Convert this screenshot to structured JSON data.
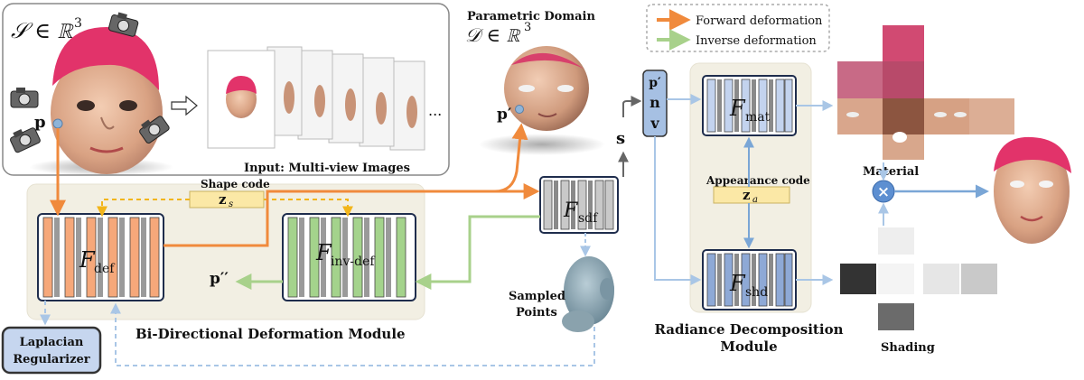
{
  "input": {
    "set_symbol": "𝒮 ∈ ℝ",
    "set_exp": "3",
    "point_label": "p",
    "caption": "Input: Multi-view Images",
    "ellipsis": "..."
  },
  "domain": {
    "title": "Parametric Domain",
    "set_symbol": "𝒟 ∈ ℝ",
    "set_exp": "3",
    "point_label": "p′"
  },
  "legend": {
    "forward": "Forward deformation",
    "inverse": "Inverse deformation",
    "forward_color": "#f08a3c",
    "inverse_color": "#a8d18b"
  },
  "deformation": {
    "module_label": "Bi-Directional Deformation Module",
    "shape_code_label": "Shape code",
    "shape_code_symbol": "z",
    "shape_code_sub": "s",
    "f_def": "F",
    "f_def_sub": "def",
    "f_inv": "F",
    "f_inv_sub": "inv-def",
    "p_double": "p′′"
  },
  "sdf": {
    "f": "F",
    "f_sub": "sdf",
    "s_label": "s",
    "sampled_points": [
      "Sampled",
      "Points"
    ]
  },
  "vector": {
    "rows": [
      "p′",
      "n",
      "v"
    ]
  },
  "laplacian": {
    "lines": [
      "Laplacian",
      "Regularizer"
    ]
  },
  "radiance": {
    "module_lines": [
      "Radiance Decomposition",
      "Module"
    ],
    "f_mat": "F",
    "f_mat_sub": "mat",
    "f_shd": "F",
    "f_shd_sub": "shd",
    "appearance_label": "Appearance code",
    "appearance_symbol": "z",
    "appearance_sub": "a"
  },
  "outputs": {
    "material": "Material",
    "shading": "Shading",
    "multiply_symbol": "×"
  }
}
